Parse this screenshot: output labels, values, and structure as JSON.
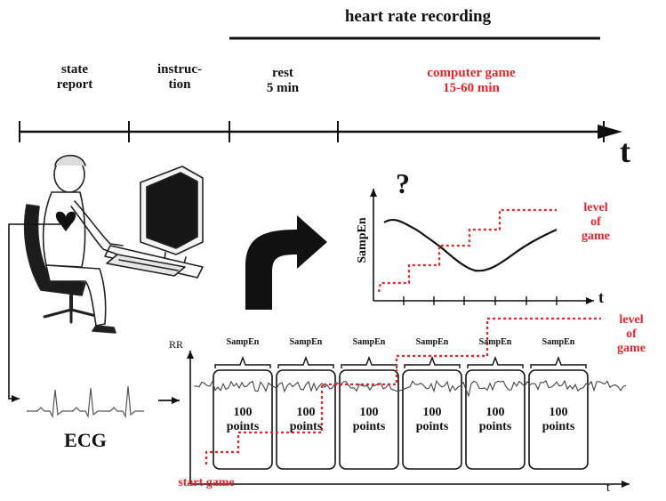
{
  "header": {
    "title": "heart rate recording"
  },
  "timeline": {
    "phases": [
      {
        "label_line1": "state",
        "label_line2": "report"
      },
      {
        "label_line1": "instruc-",
        "label_line2": "tion"
      },
      {
        "label_line1": "rest",
        "label_line2": "5 min"
      },
      {
        "label_line1": "computer game",
        "label_line2": "15-60 min"
      }
    ],
    "axis_label": "t"
  },
  "ecg": {
    "label": "ECG"
  },
  "sampen_plot": {
    "question": "?",
    "y_label": "SampEn",
    "x_label": "t",
    "level_label": [
      "level",
      "of",
      "game"
    ]
  },
  "rr_plot": {
    "y_label": "RR",
    "x_label": "t",
    "window_title": "SampEn",
    "window_line1": "100",
    "window_line2": "points",
    "window_count": 6,
    "level_label": [
      "level",
      "of",
      "game"
    ],
    "start_label": "start game"
  },
  "colors": {
    "accent": "#e8242a",
    "ink": "#111111"
  }
}
